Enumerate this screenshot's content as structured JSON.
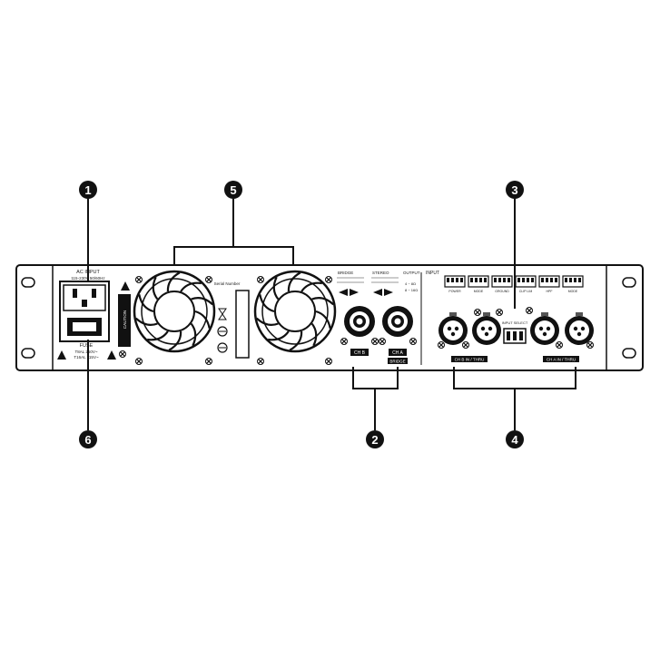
{
  "callouts": [
    "1",
    "2",
    "3",
    "4",
    "5",
    "6"
  ],
  "power": {
    "title": "AC INPUT",
    "rating": "115-230V 50/60Hz",
    "fuse_title": "FUSE",
    "fuse_line1": "T8AL 250V~",
    "fuse_line2": "T16AL 115V~",
    "caution": "CAUTION"
  },
  "serial_label": "Serial Number",
  "outputs": {
    "bridge_label": "BRIDGE",
    "stereo_label": "STEREO",
    "output_label": "OUTPUT",
    "output_spec1": "4 ~ 8Ω",
    "output_spec2": "8 ~ 16Ω",
    "chb_label": "CH B",
    "cha_label": "CH A",
    "bridge_badge": "BRIDGE"
  },
  "inputs": {
    "title": "INPUT",
    "input_select": "INPUT SELECT",
    "chb_label": "CH B IN / THRU",
    "cha_label": "CH A IN / THRU",
    "switch_labels": [
      "POWER",
      "MODE",
      "GROUND",
      "CLIP LIM",
      "HPF",
      "MODE"
    ]
  }
}
